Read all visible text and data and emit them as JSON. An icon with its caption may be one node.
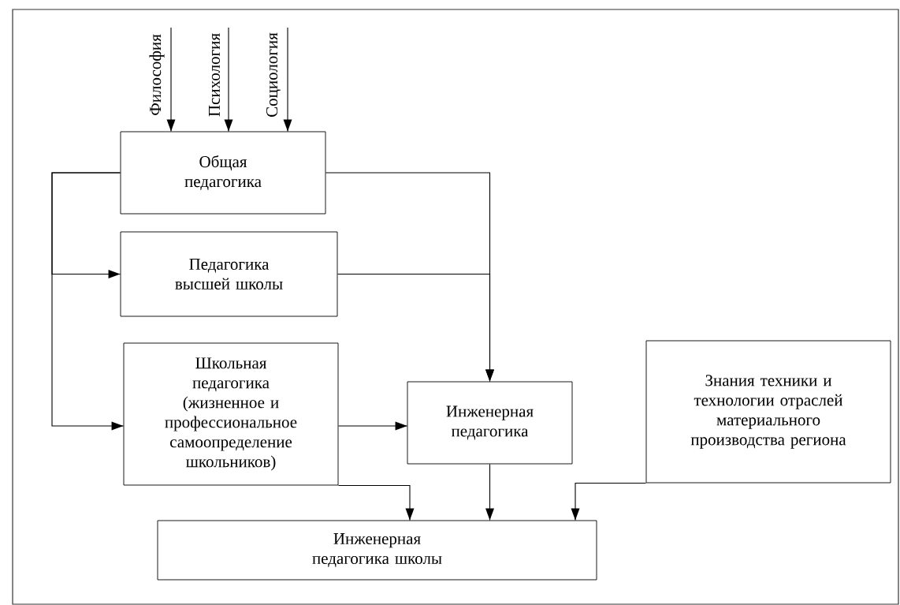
{
  "diagram": {
    "nodes": [
      {
        "text": [
          "Общая педагогика"
        ]
      },
      {
        "text": [
          "Педагогика высшей школы"
        ]
      },
      {
        "text": [
          "Школьная педагогика (жизненное и профессиональное самоопределение школьников)"
        ]
      },
      {
        "text": [
          "Инженерная педагогика"
        ]
      },
      {
        "text": [
          "Знания техники и технологии отраслей материального производства региона"
        ]
      },
      {
        "text": [
          "Инженерная педагогика школы"
        ]
      }
    ],
    "edges": [
      {
        "from": null,
        "to": 0,
        "arrow": "to",
        "label": "Философия"
      },
      {
        "from": null,
        "to": 0,
        "arrow": "to",
        "label": "Психология"
      },
      {
        "from": null,
        "to": 0,
        "arrow": "to",
        "label": "Социология"
      },
      {
        "from": 0,
        "to": 1,
        "arrow": "to"
      },
      {
        "from": 0,
        "to": 2,
        "arrow": "to"
      },
      {
        "from": 0,
        "to": 3,
        "arrow": "to"
      },
      {
        "from": 1,
        "to": 3,
        "arrow": "to"
      },
      {
        "from": 2,
        "to": 3,
        "arrow": "to"
      },
      {
        "from": 2,
        "to": 5,
        "arrow": "to"
      },
      {
        "from": 3,
        "to": 5,
        "arrow": "to"
      },
      {
        "from": 4,
        "to": 5,
        "arrow": "to"
      }
    ]
  }
}
